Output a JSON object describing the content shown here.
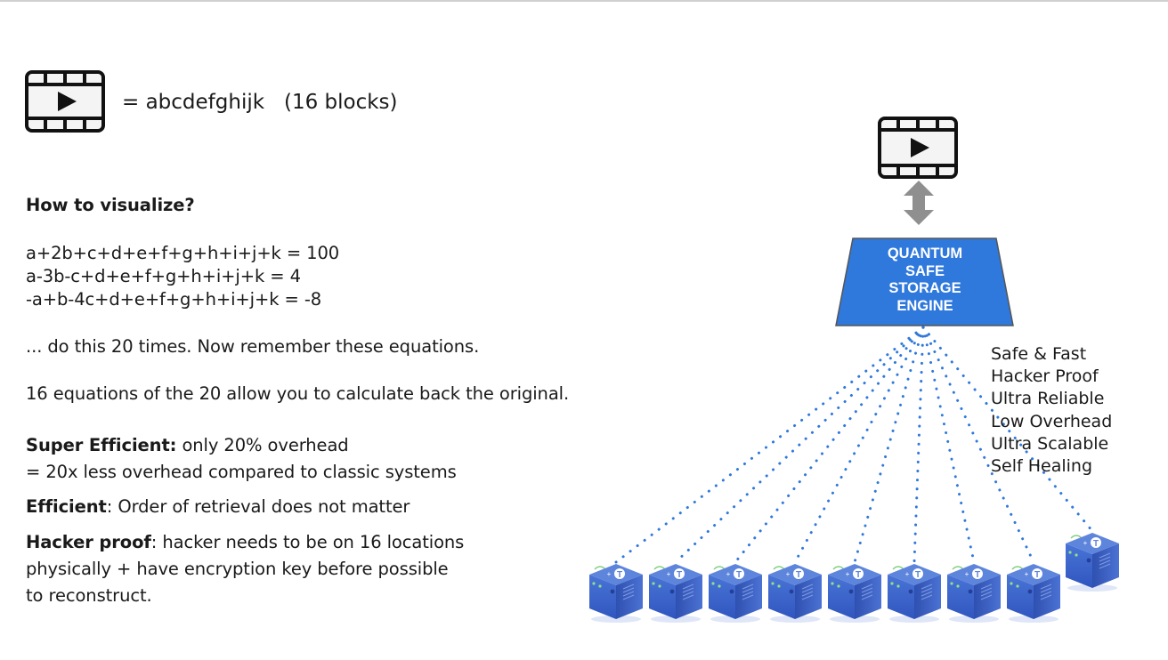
{
  "legend": {
    "icon": "video-film-icon",
    "text": "= abcdefghijk   (16 blocks)"
  },
  "heading": "How to visualize?",
  "equations": [
    "a+2b+c+d+e+f+g+h+i+j+k = 100",
    "a-3b-c+d+e+f+g+h+i+j+k = 4",
    "-a+b-4c+d+e+f+g+h+i+j+k = -8"
  ],
  "repeat_note": "... do this 20 times. Now remember these equations.",
  "recover_note": "16 equations of the 20 allow you to calculate back the original.",
  "points": {
    "super_efficient": {
      "label": "Super Efficient:",
      "text": " only 20% overhead",
      "line2": "= 20x less overhead compared to classic systems"
    },
    "efficient": {
      "label": "Efficient",
      "text": ": Order of retrieval does not matter"
    },
    "hacker_proof": {
      "label": "Hacker proof",
      "text": ": hacker needs to be on 16 locations",
      "line2": "physically + have encryption key before possible",
      "line3": "to reconstruct."
    }
  },
  "diagram": {
    "top_icon": "video-film-icon",
    "arrow_icon": "double-arrow-icon",
    "engine_lines": [
      "QUANTUM",
      "SAFE",
      "STORAGE",
      "ENGINE"
    ],
    "features": [
      "Safe & Fast",
      "Hacker Proof",
      "Ultra Reliable",
      "Low Overhead",
      "Ultra Scalable",
      "Self Healing"
    ],
    "server_count": 9,
    "server_icon": "storage-server-icon",
    "colors": {
      "engine_fill": "#2f78dc",
      "engine_border": "#555555",
      "arrow": "#8f8f8f",
      "dots": "#2f78dc",
      "server_front": "#3a63c9",
      "server_top": "#5e85dc",
      "server_side": "#2f50b0"
    }
  }
}
